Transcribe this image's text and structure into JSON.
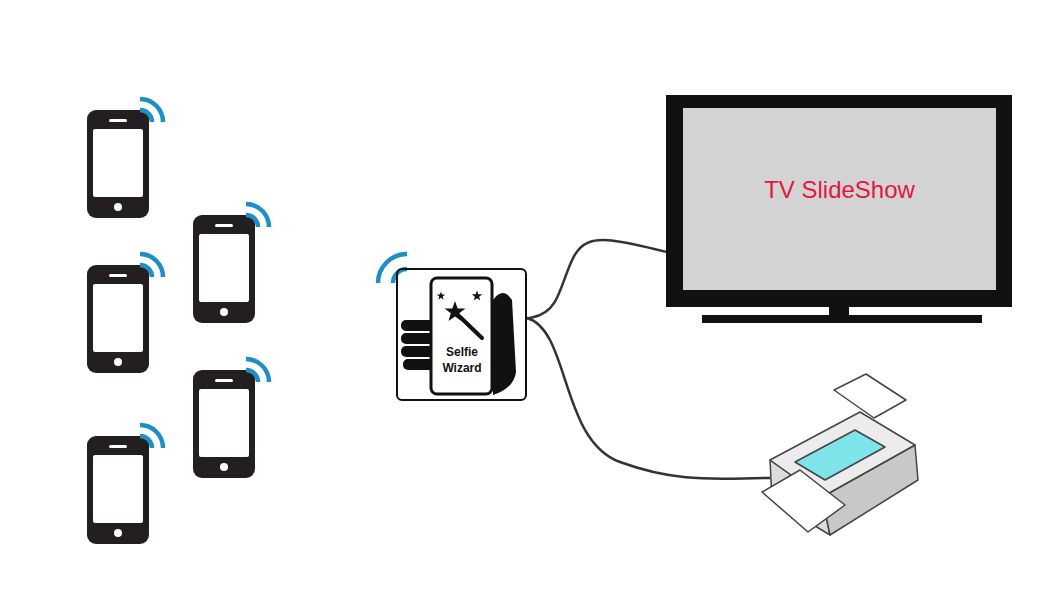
{
  "diagram": {
    "nodes": [
      {
        "text": [
          "Selfie Wizard"
        ]
      },
      {
        "text": [
          "TV SlideShow"
        ]
      }
    ],
    "edges": [
      {
        "from": 0,
        "to": 1,
        "arrow": "none"
      }
    ]
  }
}
